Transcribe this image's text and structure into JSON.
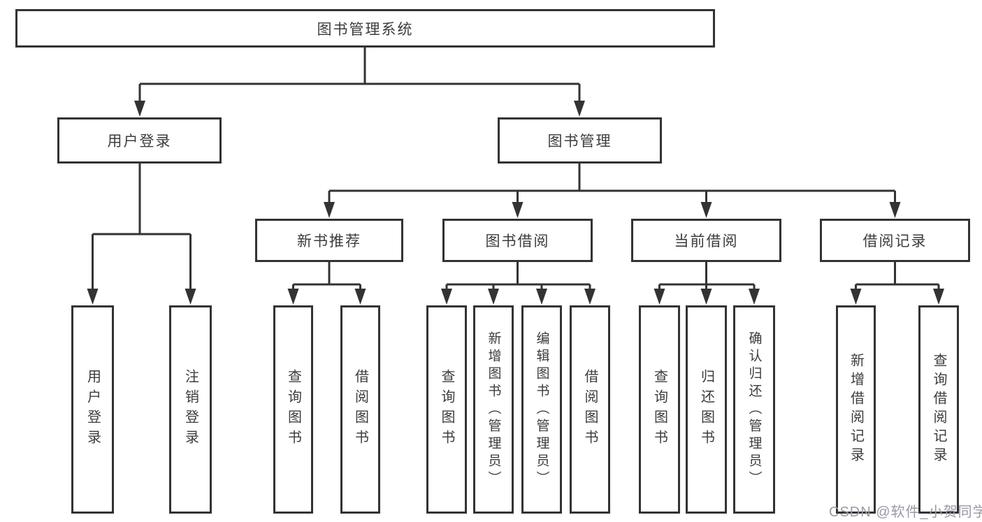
{
  "diagram": {
    "root": "图书管理系统",
    "level2": [
      "用户登录",
      "图书管理"
    ],
    "level3": [
      "新书推荐",
      "图书借阅",
      "当前借阅",
      "借阅记录"
    ],
    "leaves": {
      "user_login": [
        "用户登录",
        "注销登录"
      ],
      "new_book": [
        "查询图书",
        "借阅图书"
      ],
      "book_borrow": [
        "查询图书",
        "新增图书（管理员）",
        "编辑图书（管理员）",
        "借阅图书"
      ],
      "current_borrow": [
        "查询图书",
        "归还图书",
        "确认归还（管理员）"
      ],
      "records": [
        "新增借阅记录",
        "查询借阅记录"
      ]
    }
  },
  "watermark": {
    "text": "CSDN @软件_小贺同学"
  },
  "colors": {
    "line": "#333333",
    "text": "#3c3c3c",
    "watermark": "#9a9aa6",
    "background": "#ffffff"
  }
}
